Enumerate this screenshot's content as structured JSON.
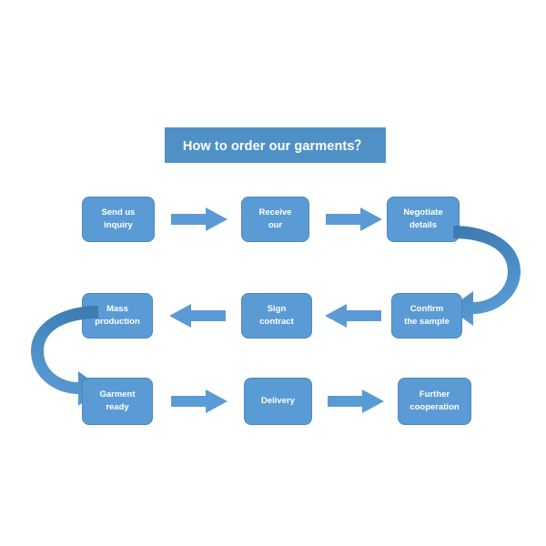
{
  "diagram": {
    "title": "How to order our garments？",
    "colors": {
      "title_bar": "#4f91c7",
      "node_fill": "#5b9bd5",
      "node_border": "#4a89bf",
      "arrow_fill": "#5b9bd5",
      "curve_dark": "#3f7fb5",
      "curve_light": "#5b9bd5",
      "text": "#ffffff",
      "background": "#ffffff"
    },
    "rows": [
      {
        "name": "row-1",
        "direction": "left-to-right",
        "nodes": [
          {
            "id": "send-us-inquiry",
            "label": "Send us\ninquiry"
          },
          {
            "id": "receive-our",
            "label": "Receive\nour"
          },
          {
            "id": "negotiate-details",
            "label": "Negotiate\ndetails"
          }
        ]
      },
      {
        "name": "row-2",
        "direction": "right-to-left",
        "nodes": [
          {
            "id": "mass-production",
            "label": "Mass\nproduction"
          },
          {
            "id": "sign-contract",
            "label": "Sign\ncontract"
          },
          {
            "id": "confirm-the-sample",
            "label": "Confirm\nthe sample"
          }
        ]
      },
      {
        "name": "row-3",
        "direction": "left-to-right",
        "nodes": [
          {
            "id": "garment-ready",
            "label": "Garment\nready"
          },
          {
            "id": "delivery",
            "label": "Delivery"
          },
          {
            "id": "further-cooperation",
            "label": "Further\ncooperation"
          }
        ]
      }
    ],
    "connectors": [
      {
        "id": "arrow-r1-1",
        "type": "straight",
        "direction": "right",
        "from": "send-us-inquiry",
        "to": "receive-our"
      },
      {
        "id": "arrow-r1-2",
        "type": "straight",
        "direction": "right",
        "from": "receive-our",
        "to": "negotiate-details"
      },
      {
        "id": "curve-right",
        "type": "curved",
        "direction": "u-turn-left",
        "from": "negotiate-details",
        "to": "confirm-the-sample"
      },
      {
        "id": "arrow-r2-1",
        "type": "straight",
        "direction": "left",
        "from": "confirm-the-sample",
        "to": "sign-contract"
      },
      {
        "id": "arrow-r2-2",
        "type": "straight",
        "direction": "left",
        "from": "sign-contract",
        "to": "mass-production"
      },
      {
        "id": "curve-left",
        "type": "curved",
        "direction": "u-turn-right",
        "from": "mass-production",
        "to": "garment-ready"
      },
      {
        "id": "arrow-r3-1",
        "type": "straight",
        "direction": "right",
        "from": "garment-ready",
        "to": "delivery"
      },
      {
        "id": "arrow-r3-2",
        "type": "straight",
        "direction": "right",
        "from": "delivery",
        "to": "further-cooperation"
      }
    ]
  }
}
